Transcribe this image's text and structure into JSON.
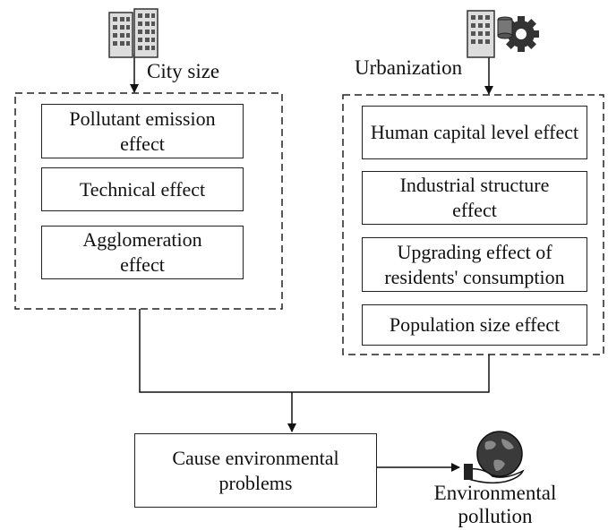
{
  "left": {
    "label": "City size",
    "items": [
      "Pollutant emission effect",
      "Technical effect",
      "Agglomeration effect"
    ]
  },
  "right": {
    "label": "Urbanization",
    "items": [
      "Human capital level effect",
      "Industrial structure effect",
      "Upgrading effect of residents' consumption",
      "Population size effect"
    ]
  },
  "result": {
    "label": "Cause environmental problems"
  },
  "outcome": {
    "label_line1": "Environmental",
    "label_line2": "pollution"
  },
  "icons": [
    "buildings-icon",
    "building-gear-icon",
    "globe-hand-icon"
  ]
}
